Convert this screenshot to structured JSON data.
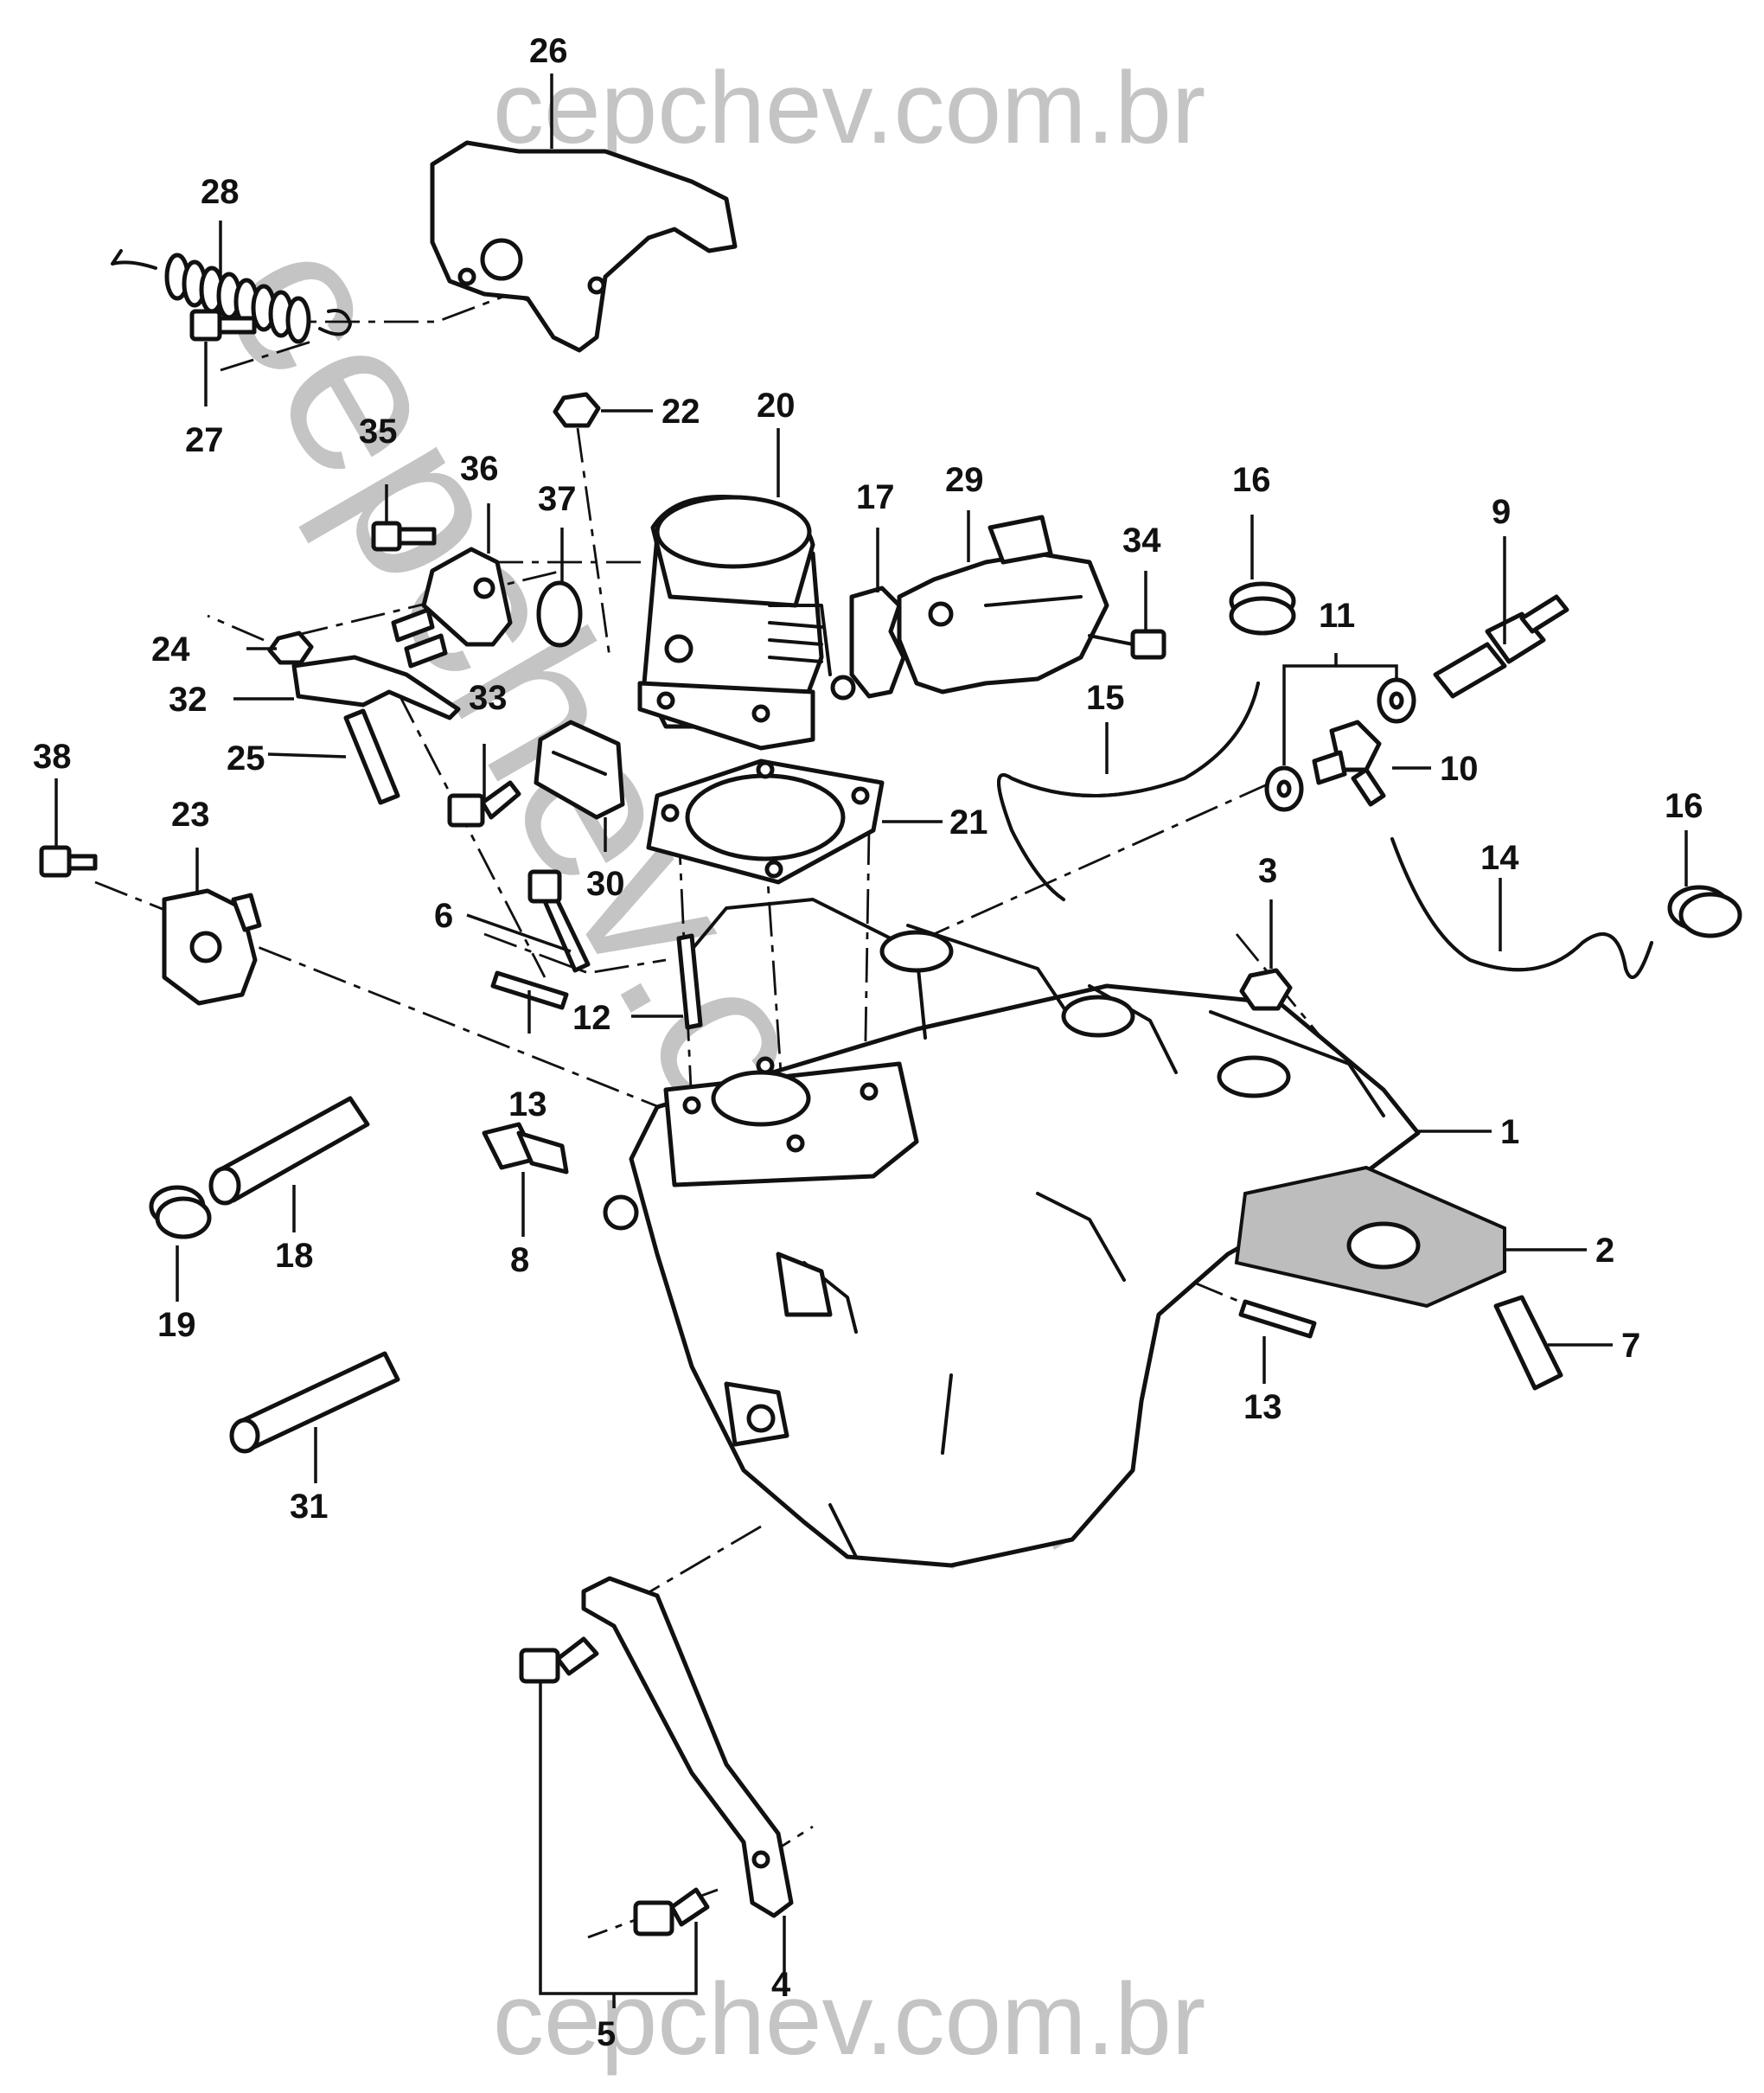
{
  "watermark": {
    "top": "cepchev.com.br",
    "bottom": "cepchev.com.br",
    "diagonal": "cepchev.com.br"
  },
  "callouts": {
    "c1": "1",
    "c2": "2",
    "c3": "3",
    "c4": "4",
    "c5": "5",
    "c6": "6",
    "c7": "7",
    "c8": "8",
    "c9": "9",
    "c10": "10",
    "c11": "11",
    "c12": "12",
    "c13a": "13",
    "c13b": "13",
    "c14": "14",
    "c15": "15",
    "c16a": "16",
    "c16b": "16",
    "c17": "17",
    "c18": "18",
    "c19": "19",
    "c20": "20",
    "c21": "21",
    "c22": "22",
    "c23": "23",
    "c24": "24",
    "c25": "25",
    "c26": "26",
    "c27": "27",
    "c28": "28",
    "c29": "29",
    "c30": "30",
    "c31": "31",
    "c32": "32",
    "c33": "33",
    "c34": "34",
    "c35": "35",
    "c36": "36",
    "c37": "37",
    "c38": "38"
  }
}
